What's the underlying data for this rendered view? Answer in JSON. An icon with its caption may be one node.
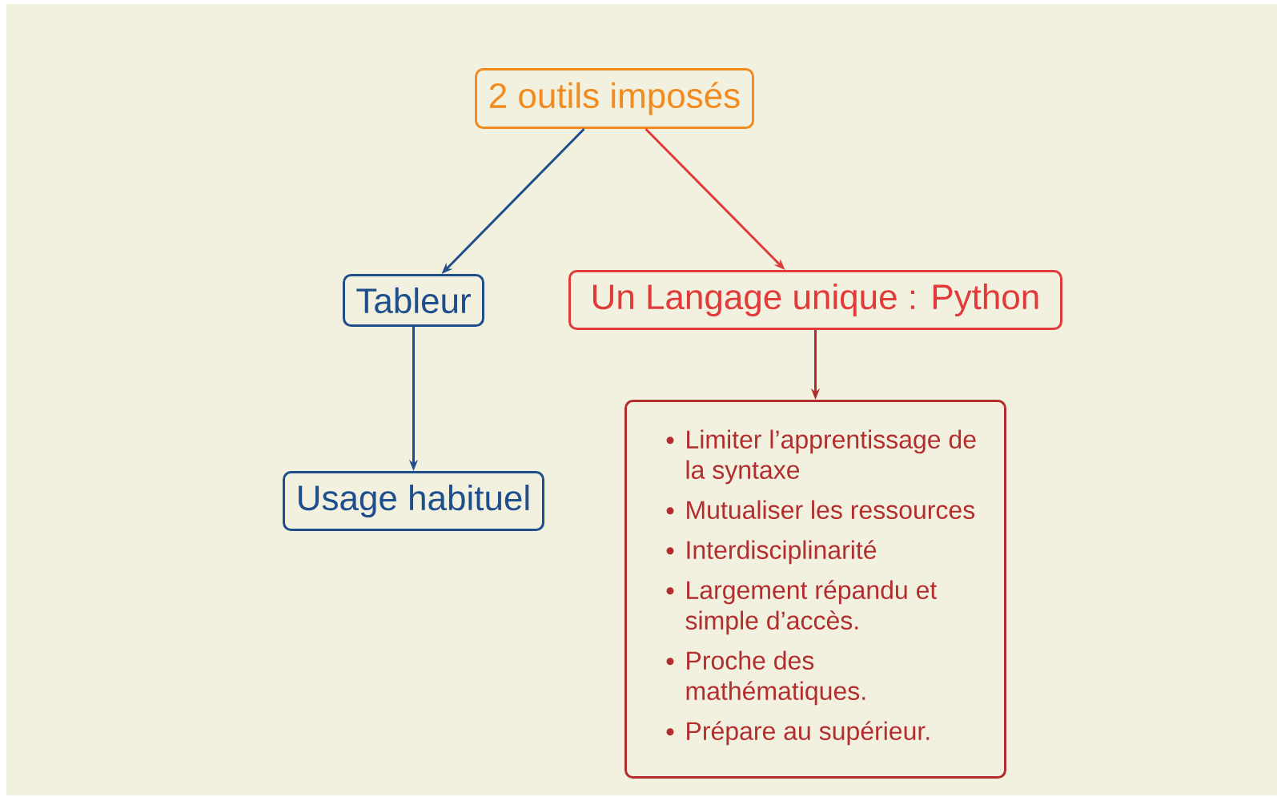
{
  "diagram": {
    "nodes": [
      {
        "text": [
          "2 outils imposés"
        ]
      },
      {
        "text": [
          "Tableur"
        ]
      },
      {
        "text": [
          "Un Langage unique  : Python"
        ]
      },
      {
        "text": [
          "Usage habituel"
        ]
      },
      {
        "text": [
          "Limiter l’apprentissage de la syntaxe",
          "Mutualiser les ressources",
          "Interdisciplinarité",
          "Largement répandu et simple d’accès.",
          "Proche des mathématiques.",
          "Prépare au supérieur."
        ]
      }
    ],
    "edges": [
      {
        "from": 0,
        "to": 1,
        "arrow": "to",
        "color": "#1f4e8c"
      },
      {
        "from": 0,
        "to": 2,
        "arrow": "to",
        "color": "#e03a3a"
      },
      {
        "from": 1,
        "to": 3,
        "arrow": "to",
        "color": "#1f4e8c"
      },
      {
        "from": 2,
        "to": 4,
        "arrow": "to",
        "color": "#b22e2e"
      }
    ]
  }
}
